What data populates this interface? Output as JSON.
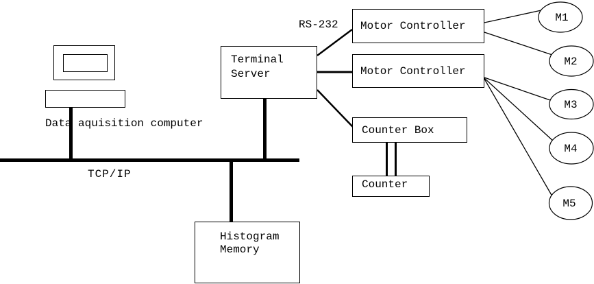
{
  "diagram": {
    "nodes": {
      "computer": {
        "label": "Data aquisition computer"
      },
      "terminal_server": {
        "lines": [
          "Terminal",
          "Server"
        ]
      },
      "motor_controller_1": {
        "label": "Motor Controller"
      },
      "motor_controller_2": {
        "label": "Motor Controller"
      },
      "counter_box": {
        "label": "Counter Box"
      },
      "counter": {
        "label": "Counter"
      },
      "histogram_memory": {
        "lines": [
          "Histogram",
          "Memory"
        ]
      },
      "motors": [
        "M1",
        "M2",
        "M3",
        "M4",
        "M5"
      ]
    },
    "edge_labels": {
      "rs232": "RS-232",
      "tcpip": "TCP/IP"
    },
    "colors": {
      "line": "#000000",
      "background": "#ffffff"
    }
  }
}
